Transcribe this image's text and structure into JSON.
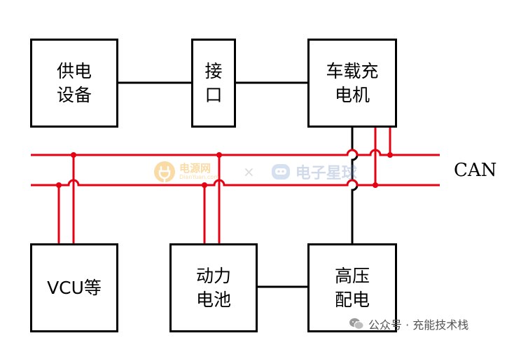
{
  "boxes": {
    "power_supply": "供电\n设备",
    "interface": "接\n口",
    "onboard_charger": "车载充\n电机",
    "vcu": "VCU等",
    "battery": "动力\n电池",
    "hv_distribution": "高压\n配电"
  },
  "bus_label": "CAN",
  "watermark": {
    "left_text": "电源网",
    "left_sub": "DianYuan.com",
    "separator": "×",
    "right_text": "电子星球"
  },
  "footer": {
    "text": "公众号 · 充能技术栈"
  },
  "colors": {
    "bus": "#e60012",
    "line": "#000000"
  }
}
